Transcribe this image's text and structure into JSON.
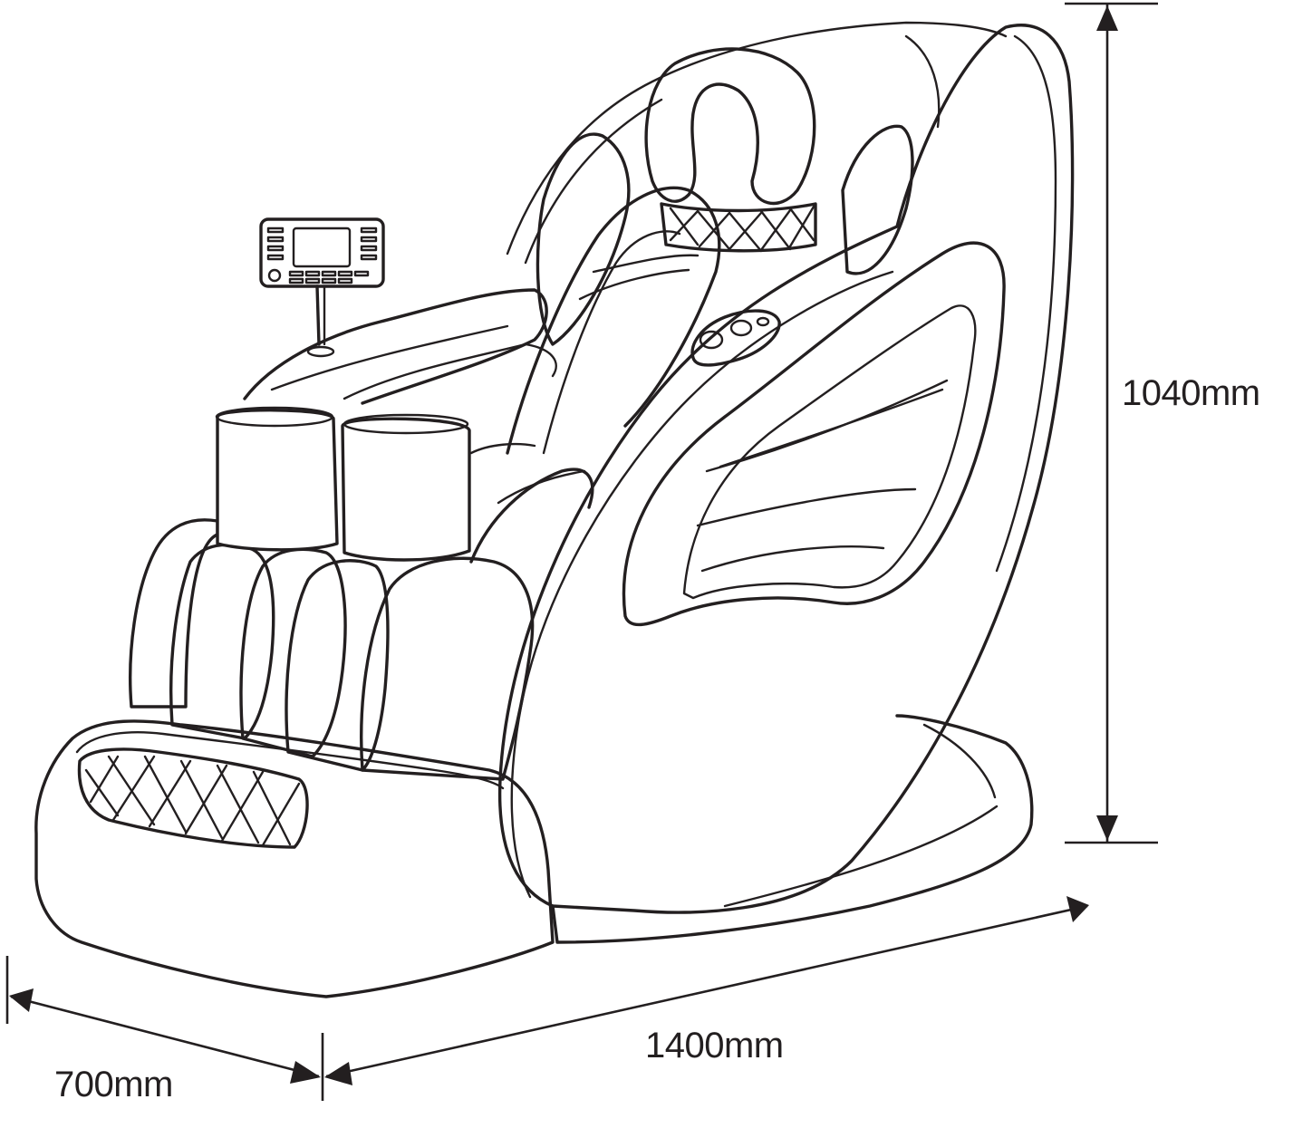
{
  "figure": {
    "subject": "massage chair dimension drawing",
    "line_color": "#231f20",
    "background": "#ffffff"
  },
  "dimensions": {
    "height": "1040mm",
    "length": "1400mm",
    "width": "700mm"
  },
  "icons": {
    "remote_controller": "remote-control-icon",
    "arm_knob": "knob-control-icon"
  }
}
